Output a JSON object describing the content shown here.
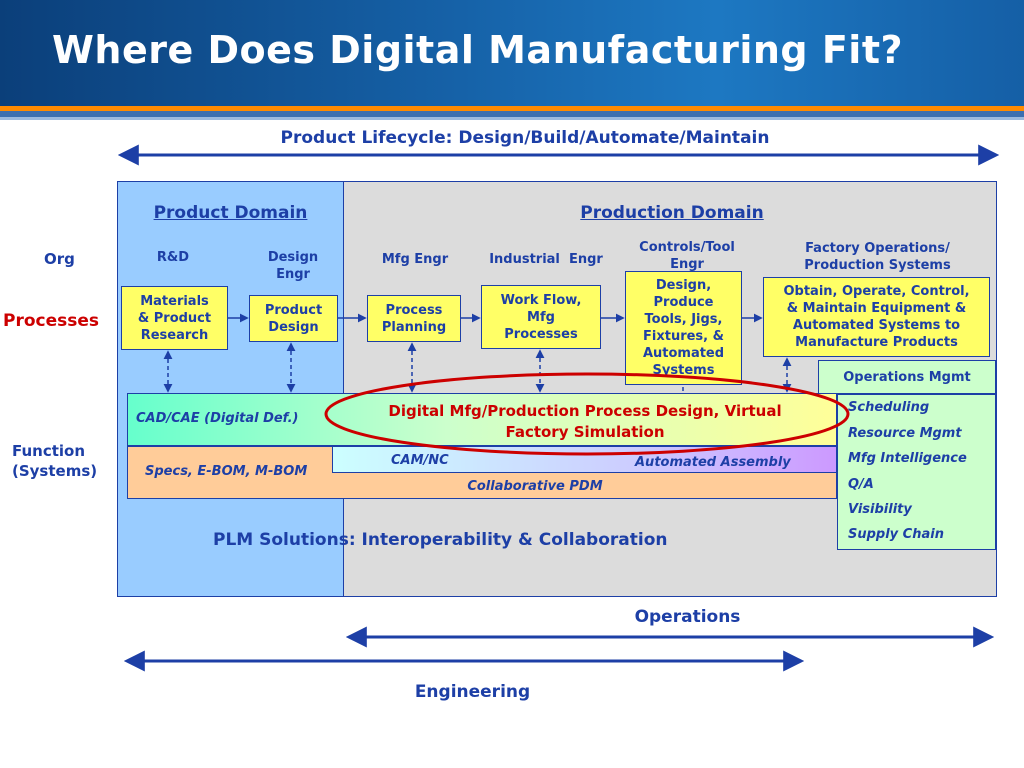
{
  "slide": {
    "title": "Where Does Digital Manufacturing Fit?"
  },
  "lifecycle": {
    "label": "Product Lifecycle: Design/Build/Automate/Maintain"
  },
  "domains": {
    "product": "Product Domain",
    "production": "Production Domain"
  },
  "rows": {
    "org": "Org",
    "processes": "Processes",
    "function_line1": "Function",
    "function_line2": "(Systems)"
  },
  "org_labels": {
    "rd": "R&D",
    "design_engr": "Design\nEngr",
    "mfg_engr": "Mfg Engr",
    "industrial_engr": "Industrial  Engr",
    "controls_tool": "Controls/Tool\nEngr",
    "factory_ops": "Factory Operations/\nProduction Systems"
  },
  "processes": {
    "materials": "Materials\n& Product\nResearch",
    "product_design": "Product\nDesign",
    "process_planning": "Process\nPlanning",
    "work_flow": "Work Flow,\nMfg\nProcesses",
    "design_produce": "Design,\nProduce\nTools, Jigs,\nFixtures, &\nAutomated\nSystems",
    "obtain_operate": "Obtain, Operate, Control,\n& Maintain Equipment &\nAutomated Systems to\nManufacture Products"
  },
  "systems": {
    "cad_cae": "CAD/CAE (Digital Def.)",
    "digital_mfg": "Digital Mfg/Production Process Design, Virtual\nFactory Simulation",
    "cam_nc": "CAM/NC",
    "automated_assembly": "Automated Assembly",
    "specs_bom": "Specs, E-BOM, M-BOM",
    "collaborative_pdm": "Collaborative PDM",
    "plm": "PLM Solutions:  Interoperability & Collaboration"
  },
  "operations_mgmt": {
    "title": "Operations Mgmt",
    "items": [
      "Scheduling",
      "Resource Mgmt",
      "Mfg Intelligence",
      "Q/A",
      "Visibility",
      "Supply Chain"
    ]
  },
  "spans": {
    "operations": "Operations",
    "engineering": "Engineering"
  },
  "colors": {
    "text_blue": "#1d3fa6",
    "processes_red": "#cc0000",
    "product_domain_bg": "#99ccff",
    "production_domain_bg": "#dcdcdc",
    "box_yellow": "#ffff66",
    "ops_green": "#ccffcc",
    "pdm_orange": "#ffcc99",
    "ellipse_red": "#cc0000"
  }
}
